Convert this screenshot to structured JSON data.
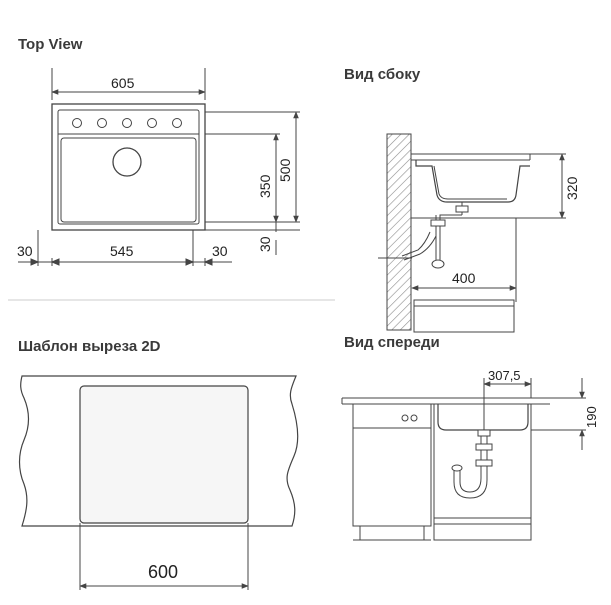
{
  "headings": {
    "top_view": "Top View",
    "side_view": "Вид сбоку",
    "cutout_template": "Шаблон выреза 2D",
    "front_view": "Вид спереди"
  },
  "dimensions": {
    "top_width": "605",
    "top_depth": "500",
    "bowl_depth": "350",
    "rim_front": "30",
    "left_margin": "30",
    "bowl_width": "545",
    "right_margin": "30",
    "side_depth": "320",
    "side_distance": "400",
    "front_offset": "307,5",
    "front_depth": "190",
    "cutout_width": "600"
  },
  "colors": {
    "line": "#444444",
    "fill_light": "#f4f4f4",
    "hatch": "#8a8a8a",
    "divider": "#cccccc"
  }
}
